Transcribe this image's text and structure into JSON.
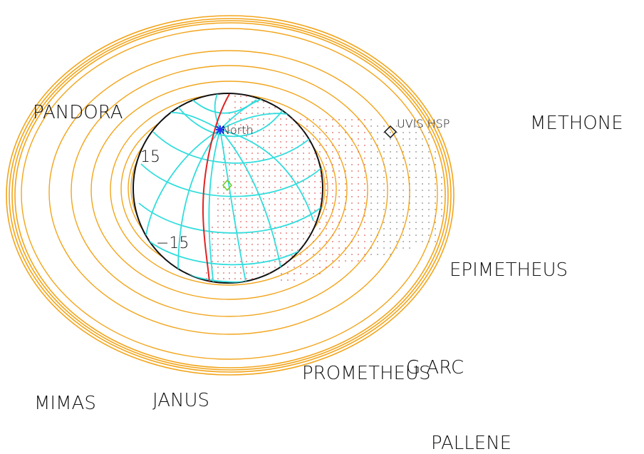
{
  "colors": {
    "ring": "#f2a51c",
    "planet_outline": "#111111",
    "grid": "#33dddd",
    "terminator": "#e02222",
    "shadow_dots": "#e06060",
    "north_marker": "#2233ee",
    "subpoint_marker": "#66cc22",
    "label": "#111111"
  },
  "markers": {
    "north": "North",
    "instrument": "UVIS HSP",
    "lat_top": "15",
    "lat_bottom": "−15"
  },
  "moons": [
    "PANDORA",
    "METHONE",
    "EPIMETHEUS",
    "G ARC",
    "PROMETHEUS",
    "MIMAS",
    "JANUS",
    "PALLENE"
  ],
  "icons": {
    "north_marker": "asterisk-icon",
    "instrument_marker": "diamond-icon",
    "subpoint_marker": "diamond-icon"
  }
}
